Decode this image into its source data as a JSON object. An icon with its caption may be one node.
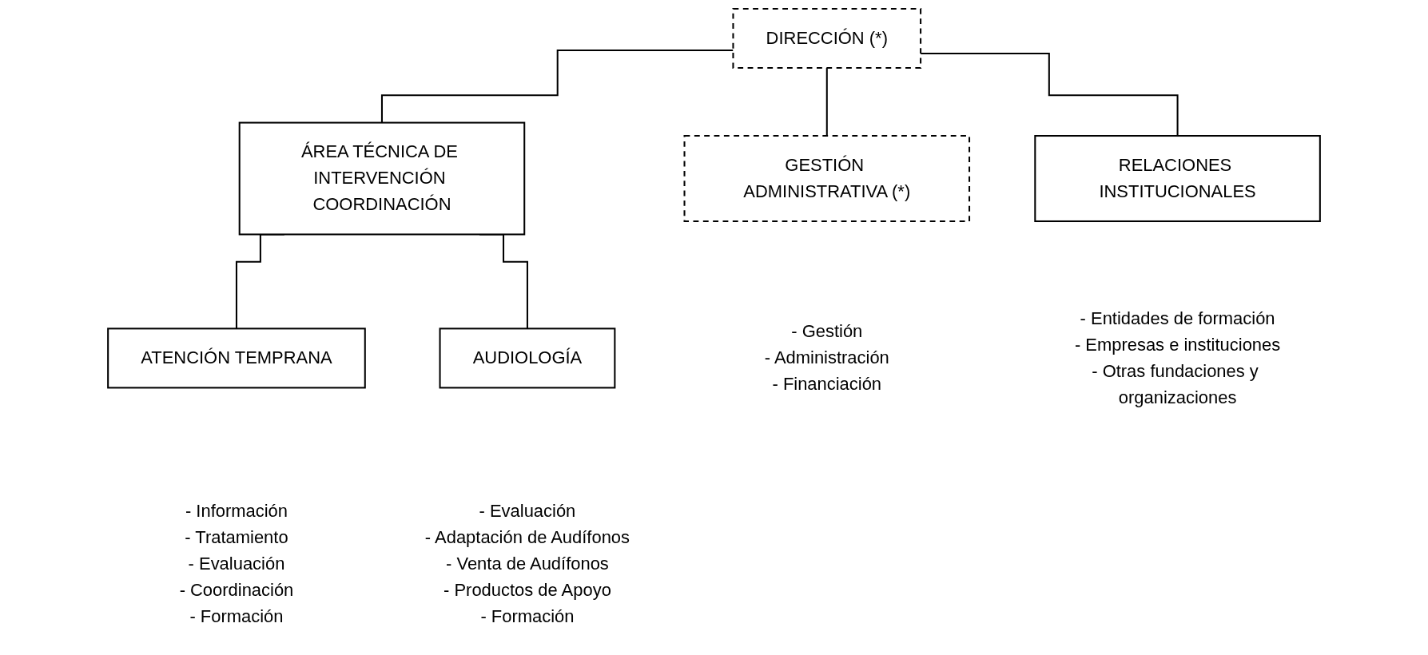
{
  "diagram": {
    "nodes": [
      {
        "text": [
          "DIRECCIÓN (*)"
        ]
      },
      {
        "text": [
          "GESTIÓN ADMINISTRATIVA (*)"
        ],
        "beside": [
          "- Gestión",
          "- Administración",
          "- Financiación"
        ]
      },
      {
        "text": [
          "RELACIONES INSTITUCIONALES"
        ],
        "beside": [
          "- Entidades de formación",
          "- Empresas e instituciones",
          "- Otras fundaciones y organizaciones"
        ]
      },
      {
        "text": [
          "ÁREA TÉCNICA DE INTERVENCIÓN COORDINACIÓN"
        ]
      },
      {
        "text": [
          "ATENCIÓN TEMPRANA"
        ],
        "beside": [
          "- Información",
          "- Tratamiento",
          "- Evaluación",
          "- Coordinación",
          "- Formación"
        ]
      },
      {
        "text": [
          "AUDIOLOGÍA"
        ],
        "beside": [
          "- Evaluación",
          "- Adaptación de Audífonos",
          "- Venta de Audífonos",
          "- Productos de Apoyo",
          "- Formación"
        ]
      }
    ],
    "edges": [
      {
        "from": 0,
        "to": 1,
        "arrow": "none"
      },
      {
        "from": 0,
        "to": 2,
        "arrow": "none"
      },
      {
        "from": 0,
        "to": 3,
        "arrow": "none"
      },
      {
        "from": 3,
        "to": 4,
        "arrow": "none"
      },
      {
        "from": 3,
        "to": 5,
        "arrow": "none"
      }
    ]
  }
}
